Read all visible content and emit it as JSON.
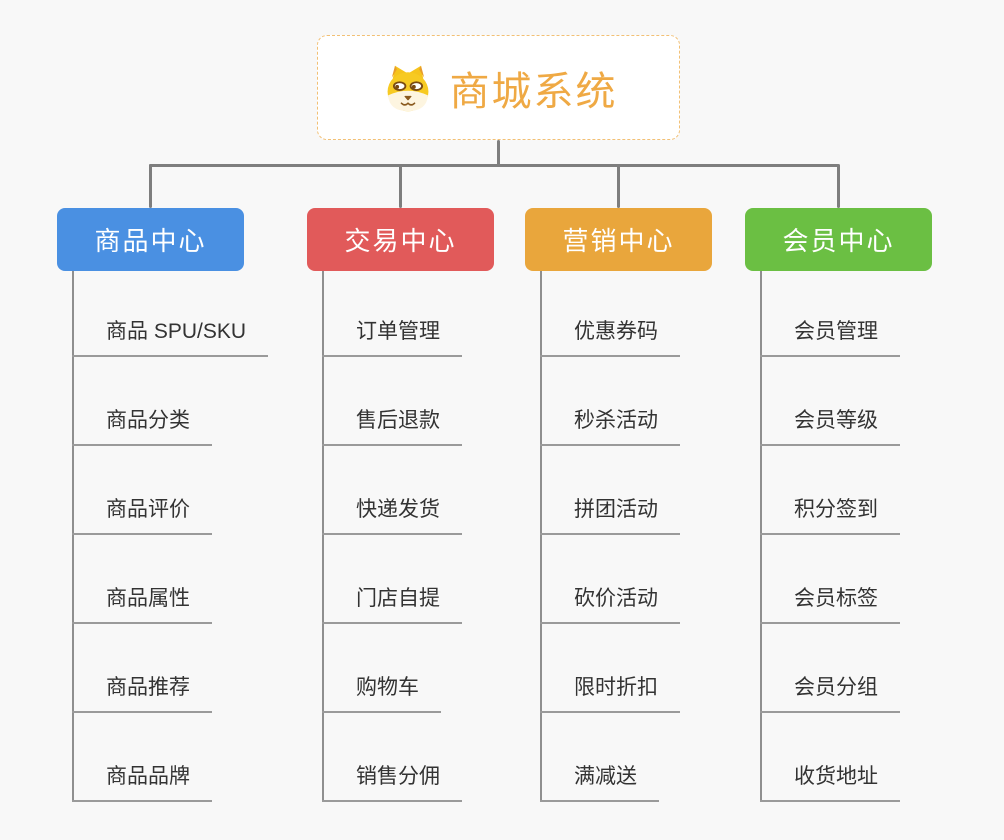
{
  "root": {
    "title": "商城系统",
    "icon": "shiba-dog-icon",
    "text_color": "#efa944",
    "border_color": "#f2c075"
  },
  "colors": {
    "background": "#f8f8f8",
    "connector": "#7e7e7e",
    "leaf_underline": "#9a9a9a",
    "leaf_text": "#333333"
  },
  "branches": [
    {
      "label": "商品中心",
      "color": "#4a90e2",
      "items": [
        "商品 SPU/SKU",
        "商品分类",
        "商品评价",
        "商品属性",
        "商品推荐",
        "商品品牌"
      ]
    },
    {
      "label": "交易中心",
      "color": "#e15a5a",
      "items": [
        "订单管理",
        "售后退款",
        "快递发货",
        "门店自提",
        "购物车",
        "销售分佣"
      ]
    },
    {
      "label": "营销中心",
      "color": "#e9a63c",
      "items": [
        "优惠券码",
        "秒杀活动",
        "拼团活动",
        "砍价活动",
        "限时折扣",
        "满减送"
      ]
    },
    {
      "label": "会员中心",
      "color": "#6bbf43",
      "items": [
        "会员管理",
        "会员等级",
        "积分签到",
        "会员标签",
        "会员分组",
        "收货地址"
      ]
    }
  ]
}
